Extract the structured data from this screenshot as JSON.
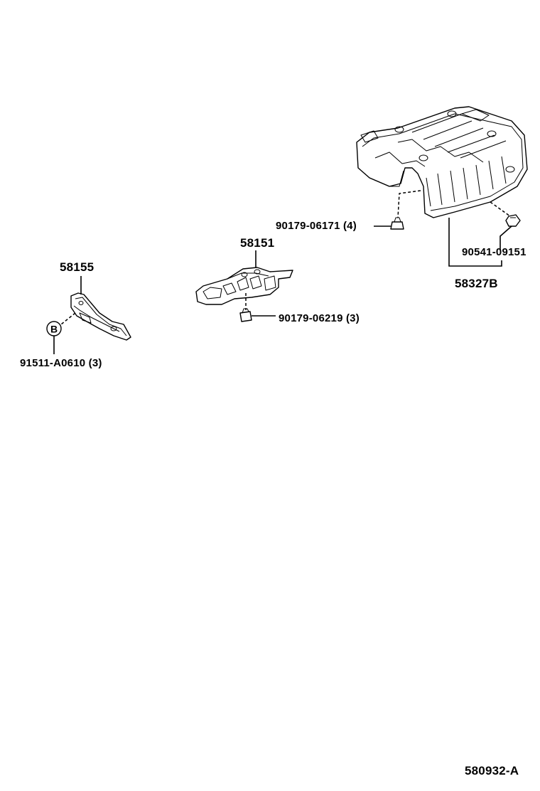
{
  "parts": {
    "p58155": "58155",
    "p58151": "58151",
    "p58327B": "58327B",
    "p90179_06171": "90179-06171 (4)",
    "p90179_06219": "90179-06219 (3)",
    "p90541_09151": "90541-09151",
    "p91511_A0610": "91511-A0610 (3)"
  },
  "callout_b": "B",
  "diagram_code": "580932-A"
}
